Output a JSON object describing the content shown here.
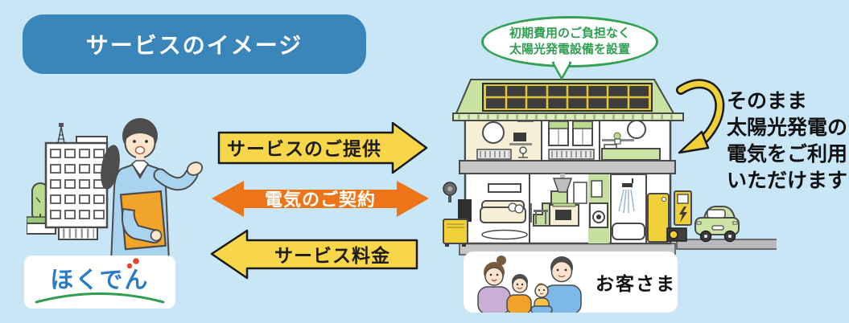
{
  "title": {
    "text": "サービスのイメージ"
  },
  "provider": {
    "logo_text": "ほくでん"
  },
  "customer": {
    "label": "お客さま"
  },
  "arrows": {
    "service_provide": {
      "label": "サービスのご提供",
      "direction": "right",
      "fill": "#f8d64a"
    },
    "electricity_contract": {
      "label": "電気のご契約",
      "direction": "left-right",
      "fill": "#ee7517"
    },
    "service_fee": {
      "label": "サービス料金",
      "direction": "left",
      "fill": "#f8d64a"
    }
  },
  "callout": {
    "lines": [
      "初期費用のご負担なく",
      "太陽光発電設備を設置"
    ]
  },
  "side_note": {
    "lines": [
      "そのまま",
      "太陽光発電の",
      "電気をご利用",
      "いただけます"
    ]
  },
  "colors": {
    "background": "#c9e6f6",
    "title_bar_blue": "#3a86ba",
    "arrow_yellow": "#f8d64a",
    "arrow_orange": "#ee7517",
    "callout_green": "#35a155",
    "logo_blue": "#2b7bc4",
    "logo_accent_red": "#e8432e",
    "logo_arc_green": "#2f9e50",
    "roof_green": "#c9e2a2",
    "solar_panel_dark": "#3d3d3d",
    "solar_frame_yellow": "#e0c63d",
    "appliance_yellow": "#f0d038",
    "car_green": "#cde4a4"
  },
  "icons": {
    "company_building": "office-building-illustration",
    "company_staff": "staff-woman-illustration",
    "tree": "tree-icon",
    "solar_house": "solar-house-cross-section-illustration",
    "solar_panels": "solar-panel-array-icon",
    "ev_charger": "ev-charger-icon",
    "electric_car": "electric-car-icon",
    "heat_pump": "heat-pump-icon",
    "power_conditioner": "power-conditioner-icon",
    "family": "customer-family-illustration",
    "usage_arrow": "curved-arrow-icon",
    "callout_tail": "speech-bubble-tail-icon"
  }
}
